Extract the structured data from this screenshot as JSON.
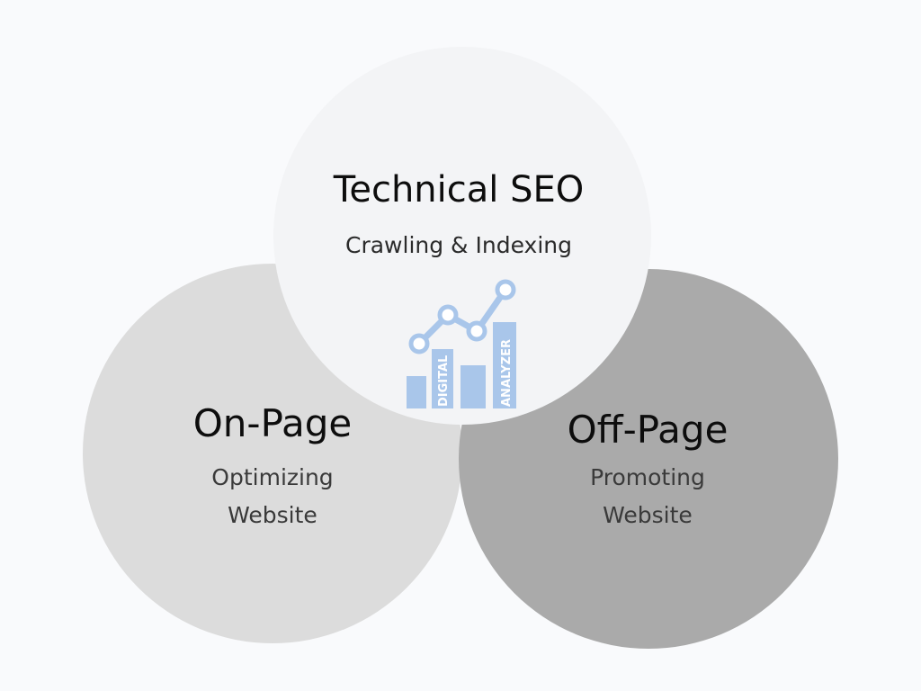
{
  "diagram": {
    "top": {
      "title": "Technical SEO",
      "subtitle": "Crawling & Indexing"
    },
    "left": {
      "title": "On-Page",
      "subtitle_lines": [
        "Optimizing",
        "Website"
      ]
    },
    "right": {
      "title": "Off-Page",
      "subtitle_lines": [
        "Promoting",
        "Website"
      ]
    },
    "logo": {
      "word1": "DIGITAL",
      "word2": "ANALYZER",
      "icon": "bar-chart-trend-icon"
    },
    "colors": {
      "background": "#f9fafc",
      "top_circle": "#f3f4f6",
      "left_circle": "#dcdcdc",
      "right_circle": "#aaaaaa",
      "logo_blue": "#a9c6ea"
    }
  }
}
